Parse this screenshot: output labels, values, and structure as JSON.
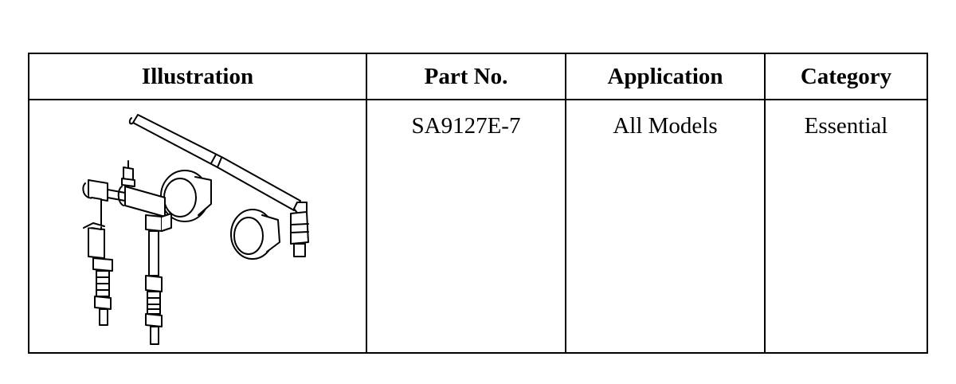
{
  "table": {
    "headers": {
      "illustration": "Illustration",
      "part_no": "Part No.",
      "application": "Application",
      "category": "Category"
    },
    "rows": [
      {
        "illustration_icon": "pressure-tester-adapter-kit-icon",
        "part_no": "SA9127E-7",
        "application": "All Models",
        "category": "Essential"
      }
    ]
  }
}
